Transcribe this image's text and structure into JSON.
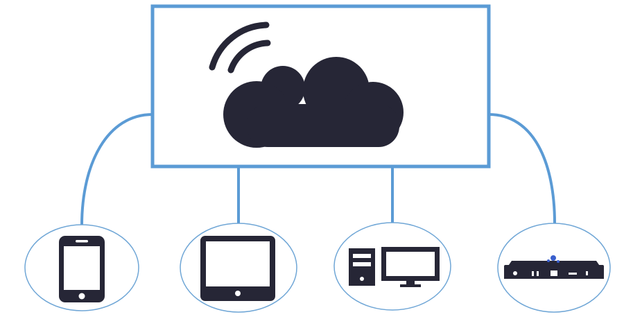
{
  "colors": {
    "connector": "#5b9bd5",
    "node_border": "#6fa6d6",
    "icon_fill": "#262636",
    "accent_led": "#3a5fcd",
    "background": "#ffffff"
  },
  "hub": {
    "icon": "cloud-with-wireless-signal-icon"
  },
  "devices": [
    {
      "id": "smartphone",
      "icon": "smartphone-icon"
    },
    {
      "id": "tablet",
      "icon": "tablet-icon"
    },
    {
      "id": "desktop",
      "icon": "desktop-computer-icon"
    },
    {
      "id": "set-top-box",
      "icon": "media-box-icon"
    }
  ]
}
